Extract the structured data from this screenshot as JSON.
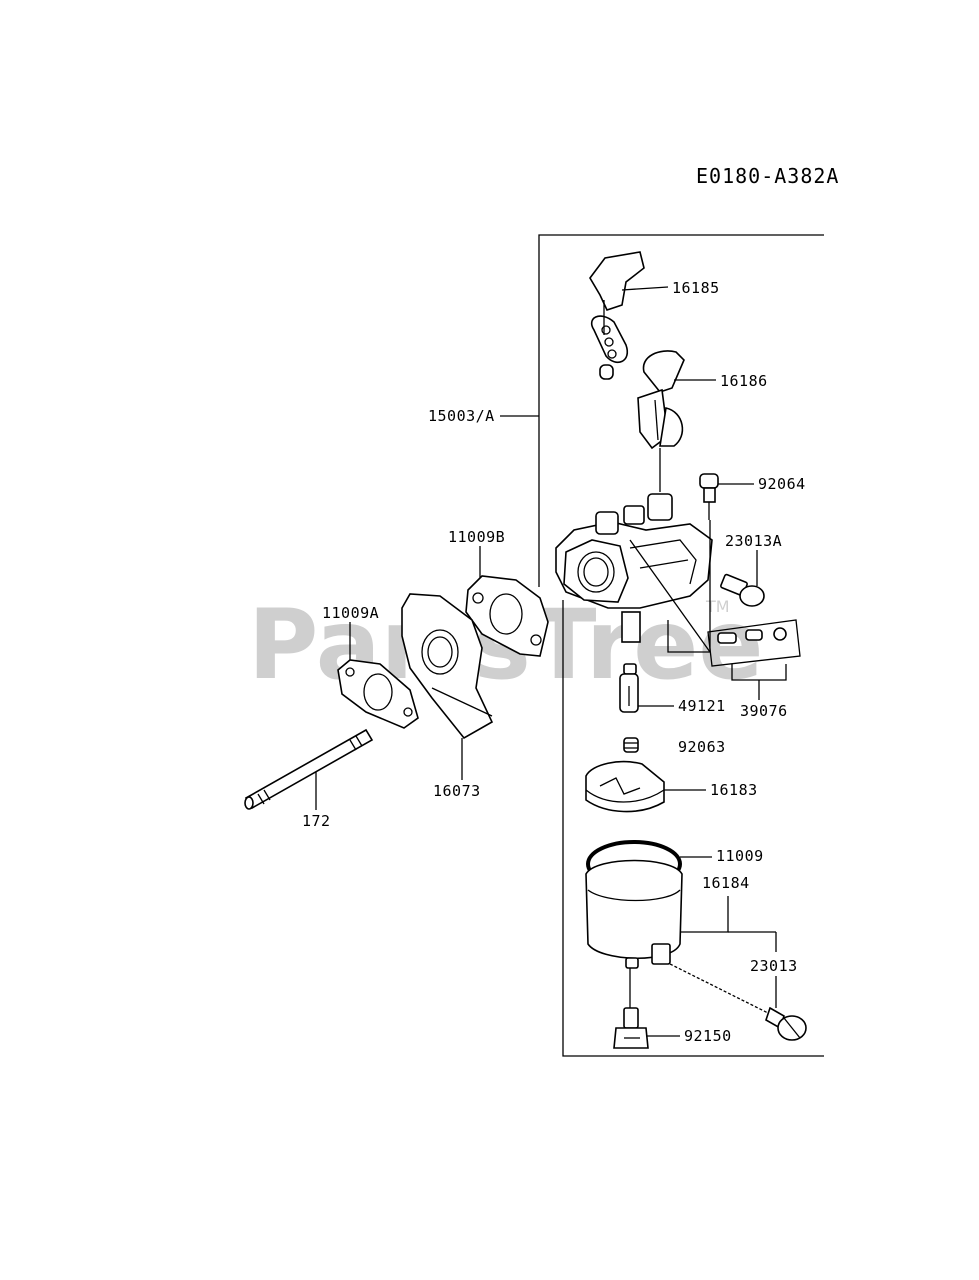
{
  "diagram_code": "E0180-A382A",
  "watermark": {
    "text": "PartsTree",
    "tm": "TM"
  },
  "parts": {
    "p16185": "16185",
    "p16186": "16186",
    "p15003A": "15003/A",
    "p92064": "92064",
    "p23013A": "23013A",
    "p11009B": "11009B",
    "p11009A": "11009A",
    "p39076": "39076",
    "p49121": "49121",
    "p92063": "92063",
    "p16183": "16183",
    "p16073": "16073",
    "p172": "172",
    "p11009": "11009",
    "p16184": "16184",
    "p23013": "23013",
    "p92150": "92150"
  }
}
